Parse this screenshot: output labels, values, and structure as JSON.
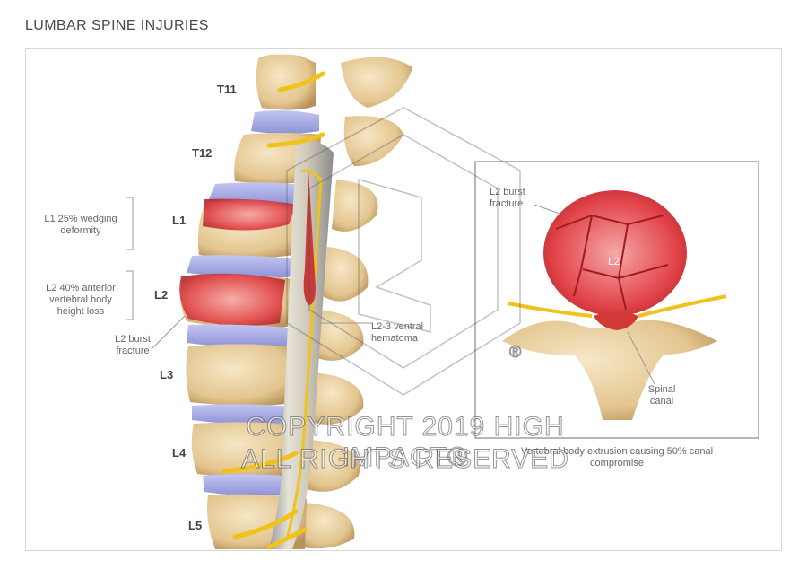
{
  "page": {
    "title": "LUMBAR SPINE INJURIES"
  },
  "levels": {
    "t11": "T11",
    "t12": "T12",
    "l1": "L1",
    "l2": "L2",
    "l3": "L3",
    "l4": "L4",
    "l5": "L5"
  },
  "annotations": {
    "l1_wedging": "L1 25% wedging deformity",
    "l2_height_loss": "L2 40% anterior vertebral body height loss",
    "l2_burst": "L2 burst fracture",
    "hematoma": "L2-3 ventral hematoma"
  },
  "inset": {
    "burst_label": "L2 burst fracture",
    "vertebra_label": "L2",
    "canal_label": "Spinal canal",
    "caption": "Vertebral body extrusion causing 50% canal compromise"
  },
  "watermark": {
    "line1": "COPYRIGHT 2019 HIGH IMPACT®",
    "line2": "ALL RIGHTS RESERVED",
    "registered": "®"
  },
  "colors": {
    "bone": "#e9d3a6",
    "disc": "#a3a7e0",
    "injury": "#e0343c",
    "nerve": "#f0c21a",
    "frame": "#d6d6d6"
  }
}
